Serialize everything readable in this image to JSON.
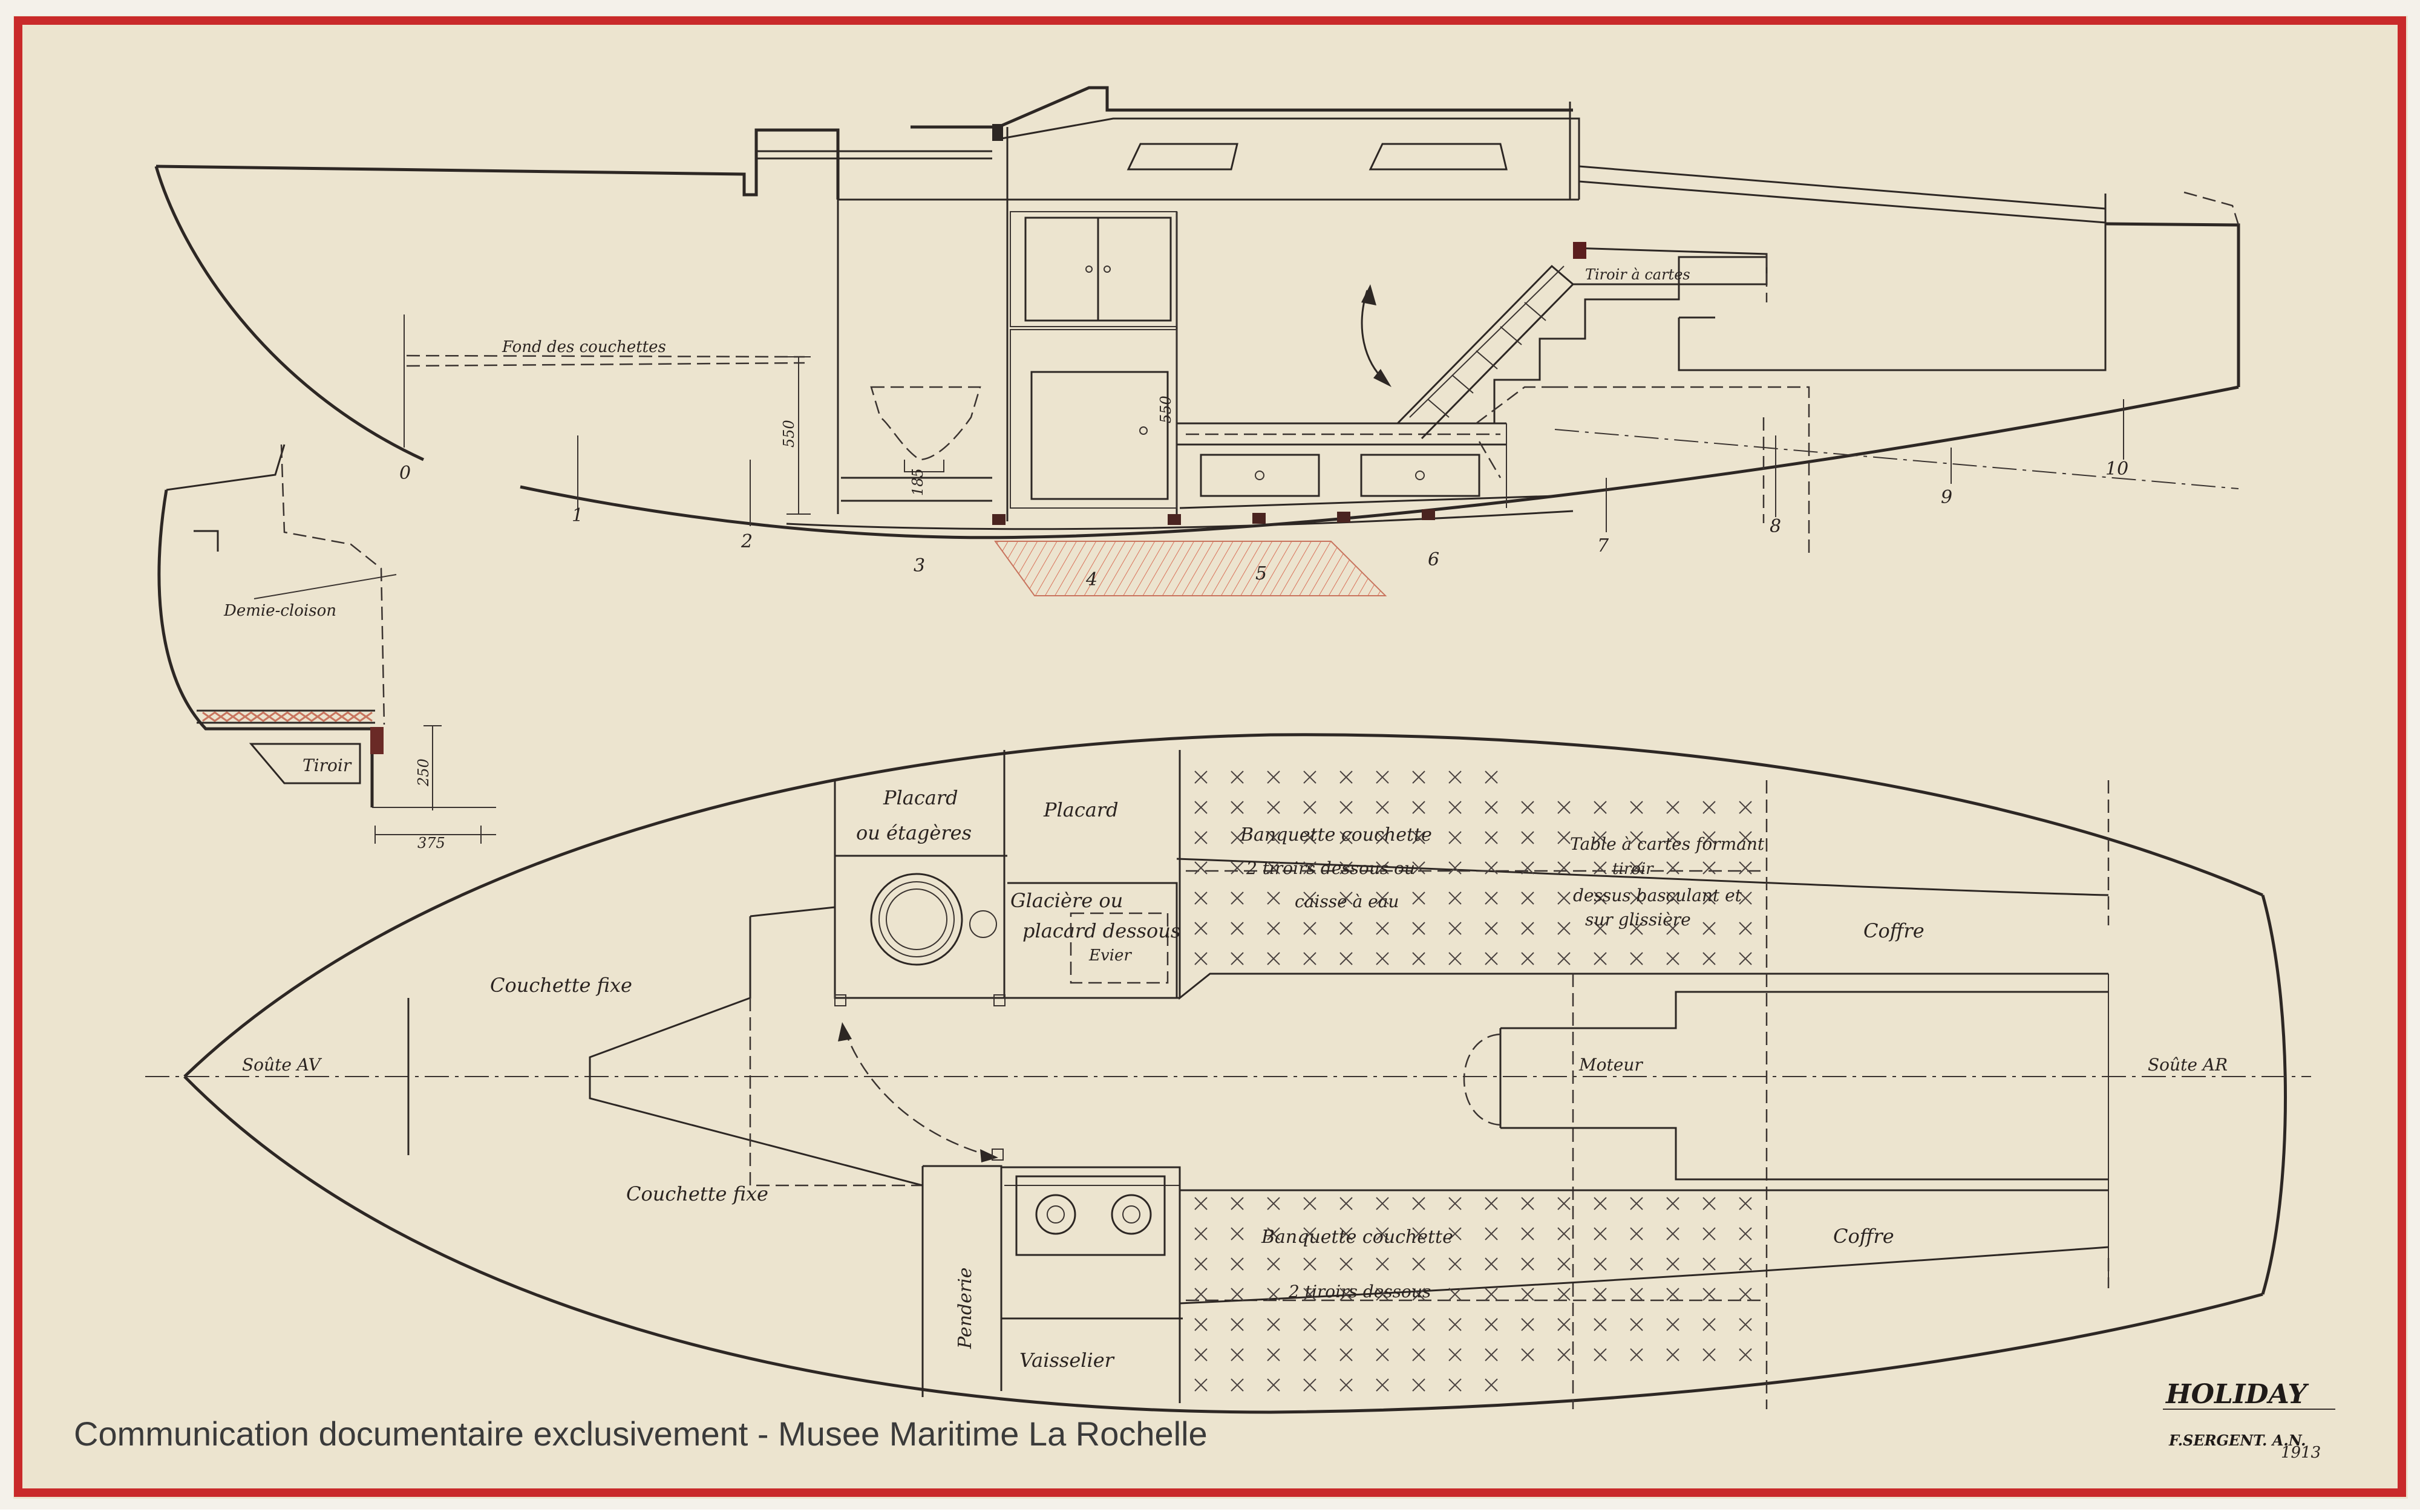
{
  "drawing": {
    "labels": {
      "fond_couchettes": "Fond des couchettes",
      "tiroir_cartes": "Tiroir à cartes",
      "demi_cloison": "Demie-cloison",
      "tiroir": "Tiroir",
      "placard_etageres": [
        "Placard",
        "ou étagères"
      ],
      "placard": "Placard",
      "glaciere": [
        "Glacière ou",
        "placard dessous"
      ],
      "evier": "Evier",
      "banquette_top": [
        "Banquette couchette",
        "2 tiroirs dessous ou",
        "caisse à eau"
      ],
      "table_cartes": [
        "Table à cartes formant",
        "tiroir",
        "dessus basculant et",
        "sur glissière"
      ],
      "coffre_top": "Coffre",
      "couchette_fixe_top": "Couchette fixe",
      "soute_av": "Soûte AV",
      "moteur": "Moteur",
      "soute_ar": "Soûte AR",
      "couchette_fixe_bottom": "Couchette fixe",
      "banquette_bottom": [
        "Banquette couchette",
        "2 tiroirs dessous"
      ],
      "coffre_bottom": "Coffre",
      "penderie": "Penderie",
      "vaisselier": "Vaisselier"
    },
    "dimensions": {
      "d550a": "550",
      "d550b": "550",
      "d250": "250",
      "d375": "375",
      "d185": "185"
    },
    "stations": [
      "0",
      "1",
      "2",
      "3",
      "4",
      "5",
      "6",
      "7",
      "8",
      "9",
      "10"
    ],
    "title_block": {
      "name": "HOLIDAY",
      "author": "F.SERGENT. A.N.",
      "number": "1913"
    },
    "caption": "Communication documentaire exclusivement - Musee Maritime La Rochelle",
    "colors": {
      "paper": "#ece4cf",
      "border": "#c92a2a",
      "ink": "#2d2724",
      "hatch": "#d9735a"
    }
  }
}
